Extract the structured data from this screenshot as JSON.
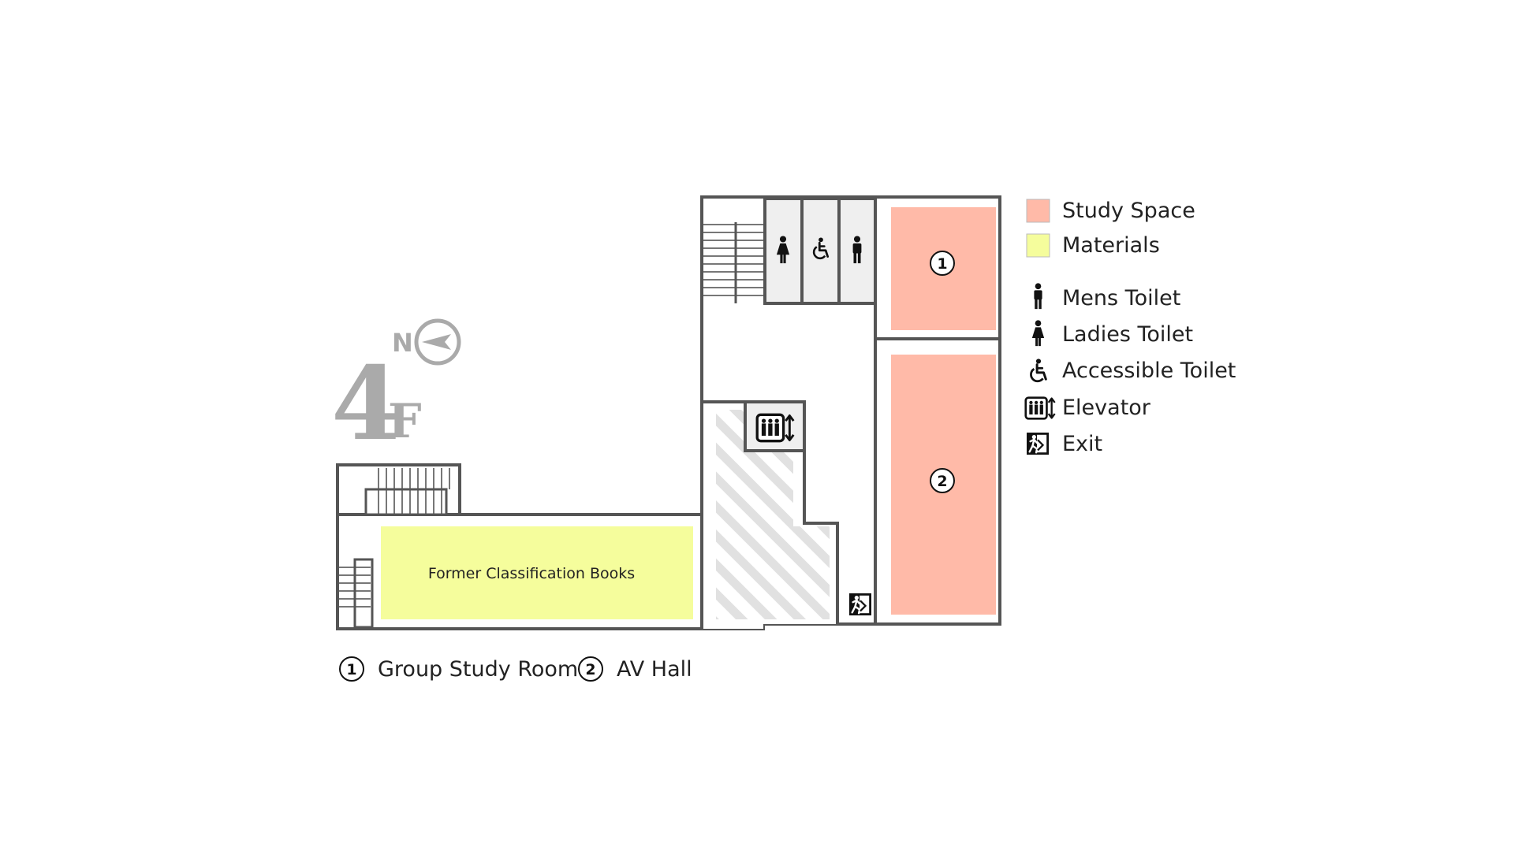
{
  "floor": {
    "number": "4",
    "suffix": "F",
    "north_label": "N"
  },
  "colors": {
    "study_space": "#ffbaa8",
    "materials": "#f5fd9c",
    "wall": "#555555",
    "utility_fill": "#efefef",
    "hatch": "#e1e1e1",
    "floor_label": "#aaaaaa"
  },
  "rooms": {
    "materials_area_label": "Former Classification Books",
    "study_room_1_marker": "1",
    "study_room_2_marker": "2"
  },
  "legend": {
    "items": [
      {
        "swatch": "study_space",
        "label": "Study Space"
      },
      {
        "swatch": "materials",
        "label": "Materials"
      },
      {
        "icon": "mens-toilet-icon",
        "label": "Mens Toilet"
      },
      {
        "icon": "ladies-toilet-icon",
        "label": "Ladies Toilet"
      },
      {
        "icon": "accessible-toilet-icon",
        "label": "Accessible Toilet"
      },
      {
        "icon": "elevator-icon",
        "label": "Elevator"
      },
      {
        "icon": "exit-icon",
        "label": "Exit"
      }
    ]
  },
  "key": {
    "items": [
      {
        "marker": "1",
        "label": "Group Study Room"
      },
      {
        "marker": "2",
        "label": "AV Hall"
      }
    ]
  }
}
